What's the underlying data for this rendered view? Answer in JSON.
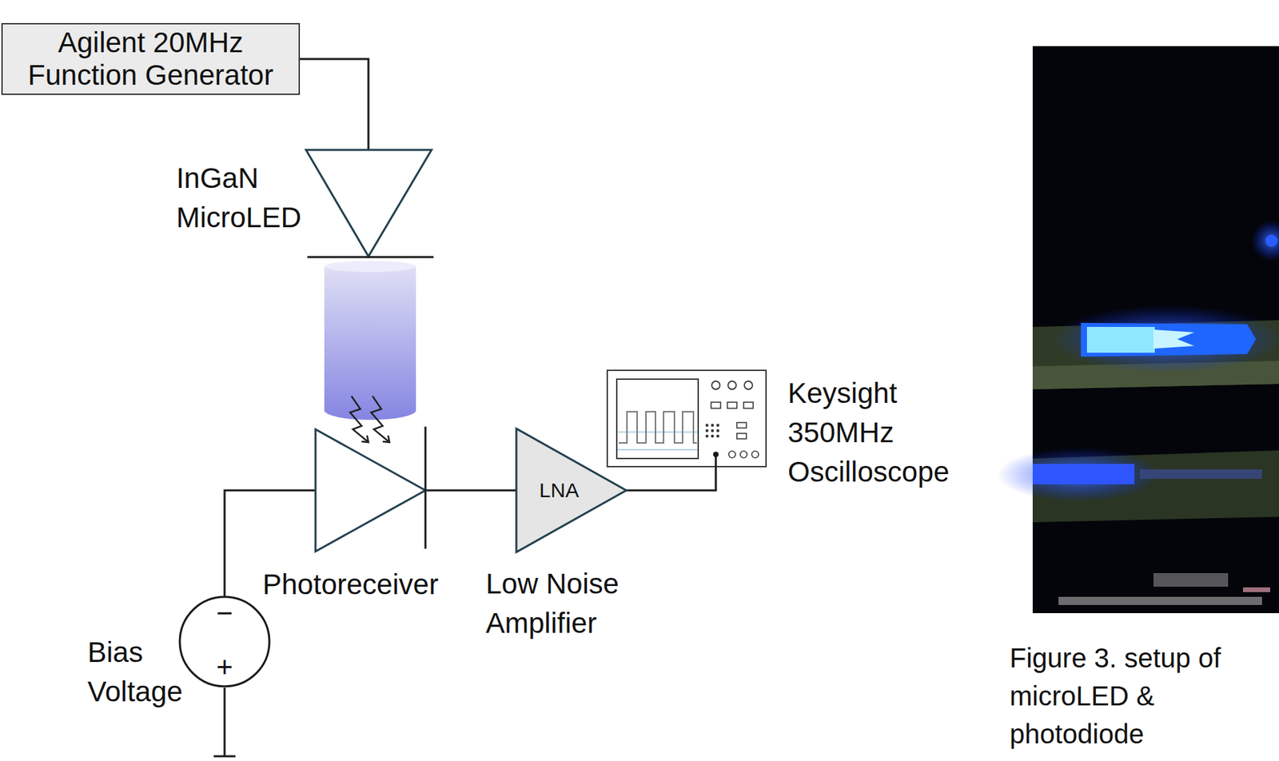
{
  "diagram": {
    "caption": "Figure 3. setup of microLED & photodiode",
    "nodes": [
      {
        "text": [
          "Agilent 20MHz Function Generator"
        ]
      },
      {
        "text": [
          "InGaN MicroLED"
        ]
      },
      {
        "text": [
          "Keysight 350MHz Oscilloscope"
        ]
      },
      {
        "text": [
          "Photoreceiver"
        ]
      },
      {
        "text": [
          "LNA",
          "Low Noise Amplifier"
        ]
      },
      {
        "text": [
          "Bias Voltage"
        ]
      }
    ],
    "edges": [
      {
        "from": 0,
        "to": 1,
        "arrow": "none"
      },
      {
        "from": 5,
        "to": 3,
        "arrow": "none"
      },
      {
        "from": 3,
        "to": 4,
        "arrow": "none"
      },
      {
        "from": 4,
        "to": 2,
        "arrow": "none"
      }
    ],
    "labels": [
      "−",
      "+"
    ]
  }
}
